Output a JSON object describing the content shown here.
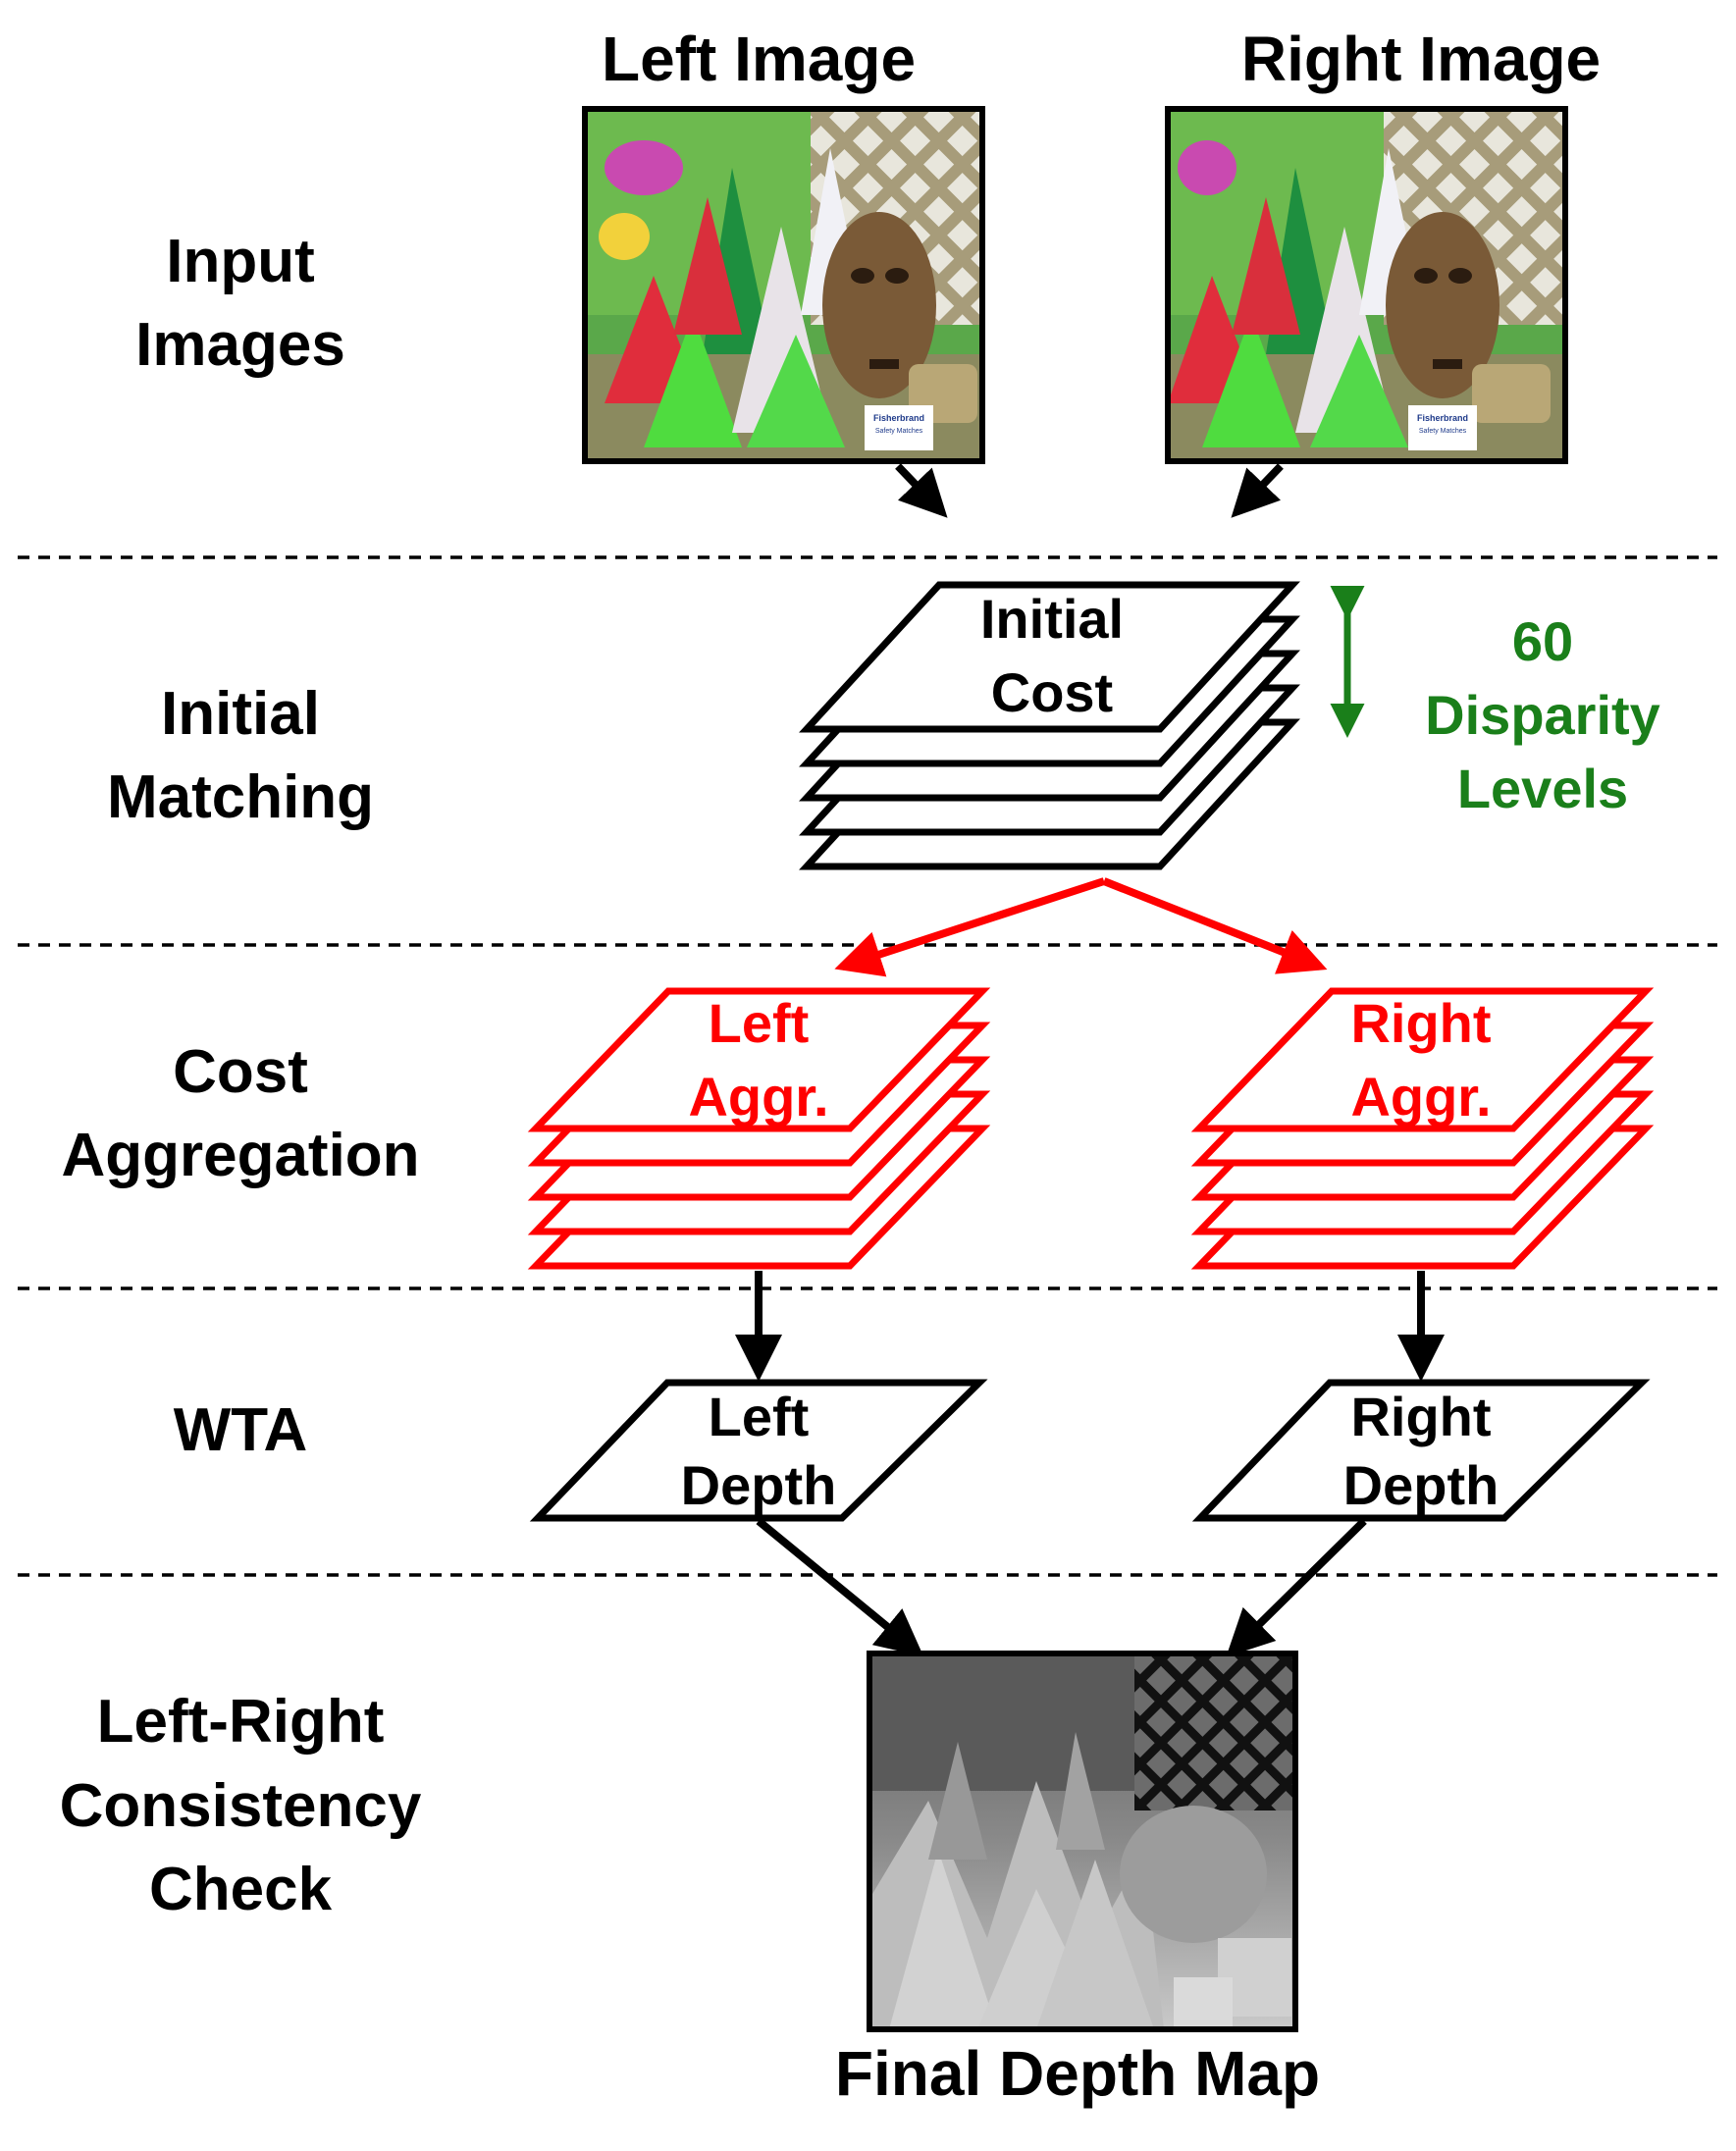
{
  "stages": {
    "input": [
      "Input",
      "Images"
    ],
    "matching": [
      "Initial",
      "Matching"
    ],
    "aggregation": [
      "Cost",
      "Aggregation"
    ],
    "wta": [
      "WTA"
    ],
    "lrcheck": [
      "Left-Right",
      "Consistency",
      "Check"
    ]
  },
  "inputs": {
    "left_title": "Left Image",
    "right_title": "Right Image",
    "label_text": [
      "Fisherbrand",
      "Safety Matches"
    ]
  },
  "matching": {
    "stack_label": [
      "Initial",
      "Cost"
    ],
    "disparity_note": [
      "60",
      "Disparity",
      "Levels"
    ]
  },
  "aggregation": {
    "left_label": [
      "Left",
      "Aggr."
    ],
    "right_label": [
      "Right",
      "Aggr."
    ]
  },
  "wta": {
    "left_label": [
      "Left",
      "Depth"
    ],
    "right_label": [
      "Right",
      "Depth"
    ]
  },
  "output": {
    "title": "Final Depth Map"
  },
  "colors": {
    "black": "#000000",
    "red": "#ff0000",
    "green": "#1a7f1a",
    "divider": "#000000"
  }
}
